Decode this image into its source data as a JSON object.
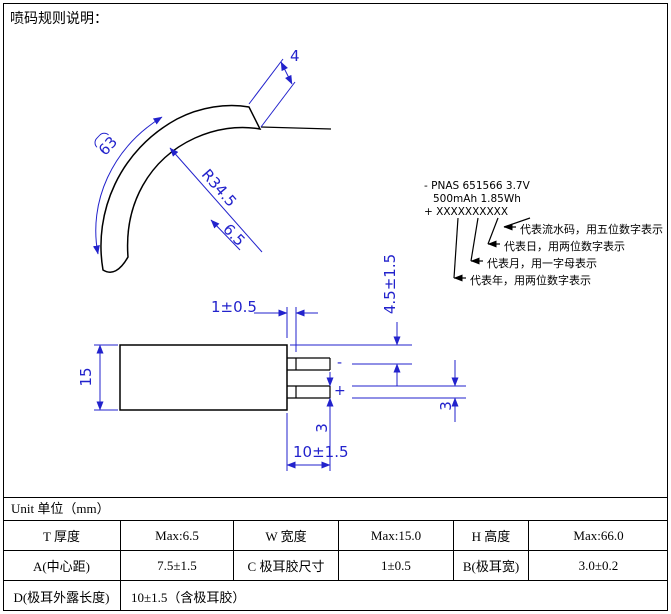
{
  "title": "喷码规则说明：",
  "colors": {
    "dimension_blue": "#2222cc",
    "line_black": "#000000"
  },
  "marking": {
    "line1": "- PNAS 651566 3.7V",
    "line2": "500mAh 1.85Wh",
    "line3": "+ XXXXXXXXXX",
    "annotations": [
      "代表流水码，用五位数字表示",
      "代表日，用两位数字表示",
      "代表月，用一字母表示",
      "代表年，用两位数字表示"
    ]
  },
  "dimensions": {
    "seal_width": "4",
    "arc_length": "63",
    "inner_radius": "R34.5",
    "thickness": "6.5",
    "tab_glue_exposed": "1±0.5",
    "body_width": "15",
    "tab_edge_offset": "4.5±1.5",
    "tab_width_right": "3",
    "tab_width_bottom": "3",
    "tab_exposed_length": "10±1.5",
    "negative_mark": "-",
    "positive_mark": "+"
  },
  "table": {
    "unit_header": "Unit 单位（mm）",
    "rows": [
      [
        "T 厚度",
        "Max:6.5",
        "W 宽度",
        "Max:15.0",
        "H 高度",
        "Max:66.0"
      ],
      [
        "A(中心距)",
        "7.5±1.5",
        "C 极耳胶尺寸",
        "1±0.5",
        "B(极耳宽)",
        "3.0±0.2"
      ]
    ],
    "footer_label": "D(极耳外露长度)",
    "footer_value": "10±1.5（含极耳胶）"
  }
}
